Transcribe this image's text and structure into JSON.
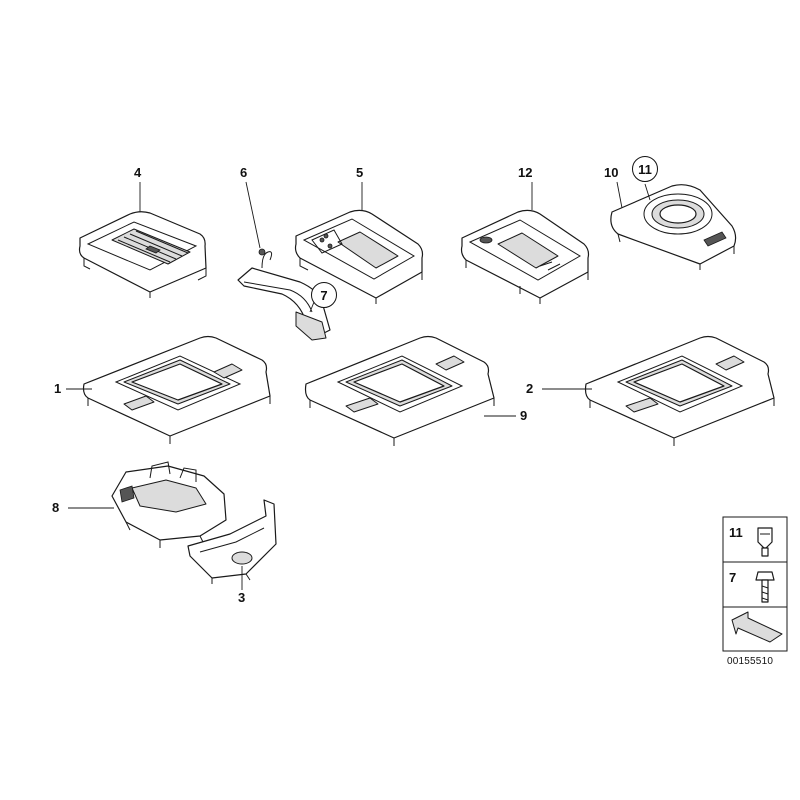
{
  "diagram": {
    "callouts": [
      "4",
      "6",
      "5",
      "12",
      "10",
      "1",
      "2",
      "9",
      "8",
      "3"
    ],
    "circled_callouts": [
      "7",
      "11"
    ],
    "legend": {
      "items": [
        "11",
        "7"
      ]
    },
    "reference_number": "00155510"
  }
}
